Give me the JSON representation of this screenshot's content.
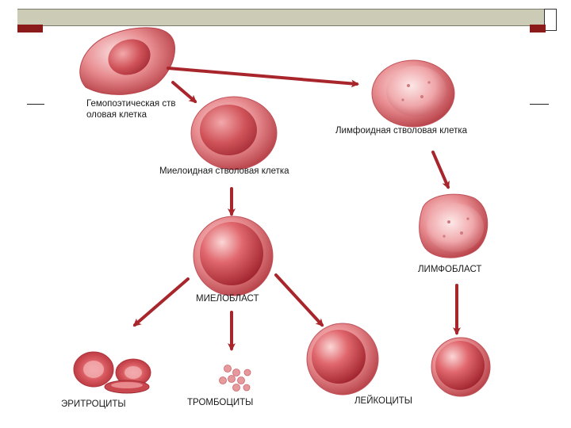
{
  "labels": {
    "hsc": "Гемопоэтическая стволовая клетка",
    "myeloid": "Миелоидная стволовая клетка",
    "lymphoid": "Лимфоидная стволовая клетка",
    "myeloblast": "МИЕЛОБЛАСТ",
    "lymphoblast": "ЛИМФОБЛАСТ",
    "erythrocytes": "ЭРИТРОЦИТЫ",
    "thrombocytes": "ТРОМБОЦИТЫ",
    "leukocytes": "ЛЕЙКОЦИТЫ"
  },
  "colors": {
    "arrow": "#a8262b",
    "cell_light": "#f6c3c3",
    "cell_mid": "#d9646a",
    "cell_dark": "#b53a40",
    "nucleus": "#c8454c",
    "accent": "#8b1a1a"
  }
}
